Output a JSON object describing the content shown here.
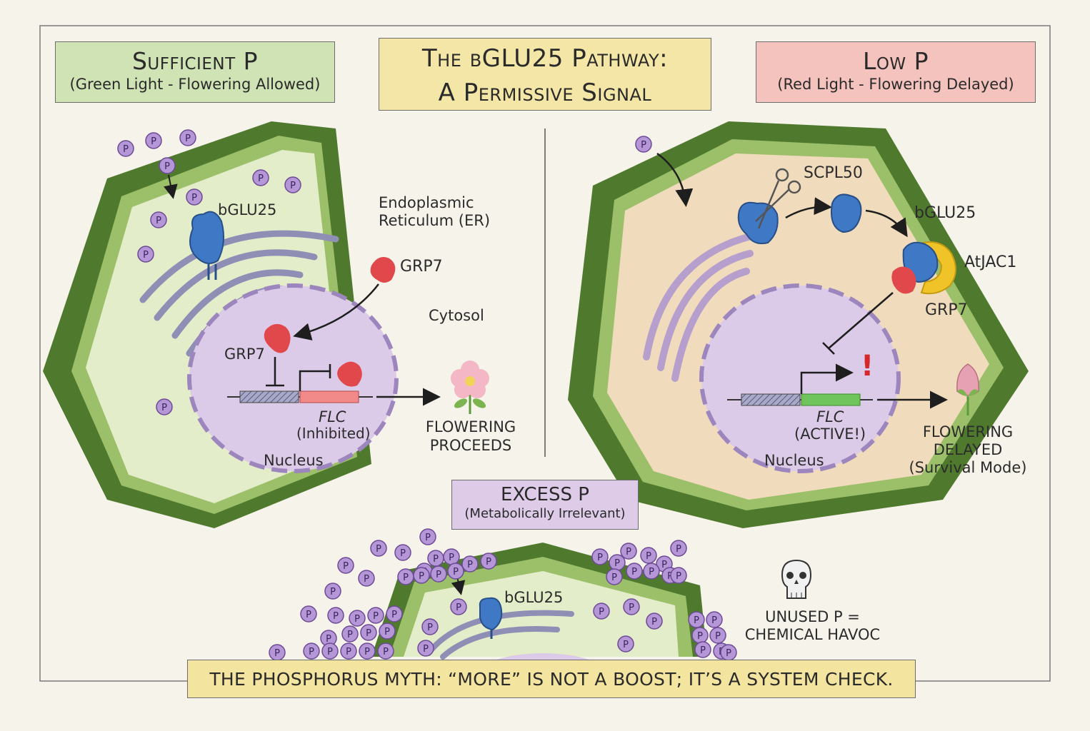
{
  "title": {
    "line1": "The bGLU25 Pathway:",
    "line2": "A Permissive Signal"
  },
  "panels": {
    "sufficient": {
      "title": "Sufficient P",
      "subtitle": "(Green Light - Flowering Allowed)"
    },
    "low": {
      "title": "Low P",
      "subtitle": "(Red Light - Flowering Delayed)"
    },
    "excess": {
      "title": "EXCESS P",
      "subtitle": "(Metabolically Irrelevant)"
    }
  },
  "labels": {
    "phosphate": "P",
    "bglu25": "bGLU25",
    "er_line1": "Endoplasmic",
    "er_line2": "Reticulum (ER)",
    "grp7": "GRP7",
    "cytosol": "Cytosol",
    "flc": "FLC",
    "inhibited": "(Inhibited)",
    "active": "(ACTIVE!)",
    "nucleus": "Nucleus",
    "flowering_proceeds_1": "FLOWERING",
    "flowering_proceeds_2": "PROCEEDS",
    "scpl50": "SCPL50",
    "atjac1": "AtJAC1",
    "flowering_delayed_1": "FLOWERING",
    "flowering_delayed_2": "DELAYED",
    "survival": "(Survival Mode)",
    "unused_1": "UNUSED P =",
    "unused_2": "CHEMICAL HAVOC",
    "exclaim": "!"
  },
  "banner": "THE PHOSPHORUS MYTH: “MORE” IS NOT A BOOST; IT’S A SYSTEM CHECK.",
  "colors": {
    "cell_wall": "#6f9a46",
    "cytosol_green": "#dfe9c4",
    "cytosol_tan": "#f0dcbc",
    "nucleus": "#d9c9e6",
    "bglu25": "#3f78c4",
    "grp7": "#e0484b",
    "atjac1": "#f0c428",
    "flc_inhibited": "#f28a8a",
    "flc_active": "#6fc45c",
    "phosphate": "#9b73c0"
  }
}
